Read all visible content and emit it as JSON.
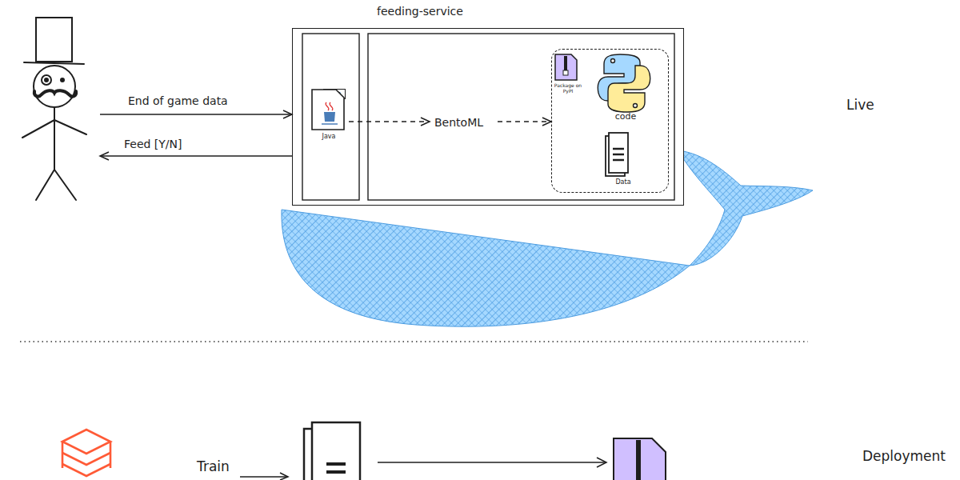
{
  "diagram": {
    "nodes": [
      {
        "text": []
      },
      {
        "text": [
          "feeding-service"
        ]
      },
      {
        "text": [
          "Java",
          "Java"
        ],
        "in": 1
      },
      {
        "text": [],
        "in": 1
      },
      {
        "text": [
          "Package on PyPI"
        ],
        "in": 3
      },
      {
        "text": [
          "code"
        ],
        "in": 3
      },
      {
        "text": [
          "Data"
        ],
        "in": 3
      }
    ],
    "edges": [
      {
        "from": 0,
        "to": 1,
        "label": "End of game data",
        "arrow": "to"
      },
      {
        "from": 1,
        "to": 0,
        "label": "Feed [Y/N]",
        "arrow": "to"
      },
      {
        "from": 2,
        "to": 3,
        "label": "BentoML",
        "arrow": "to"
      }
    ],
    "labels": [
      "Live",
      "Train",
      "Deployment"
    ]
  }
}
